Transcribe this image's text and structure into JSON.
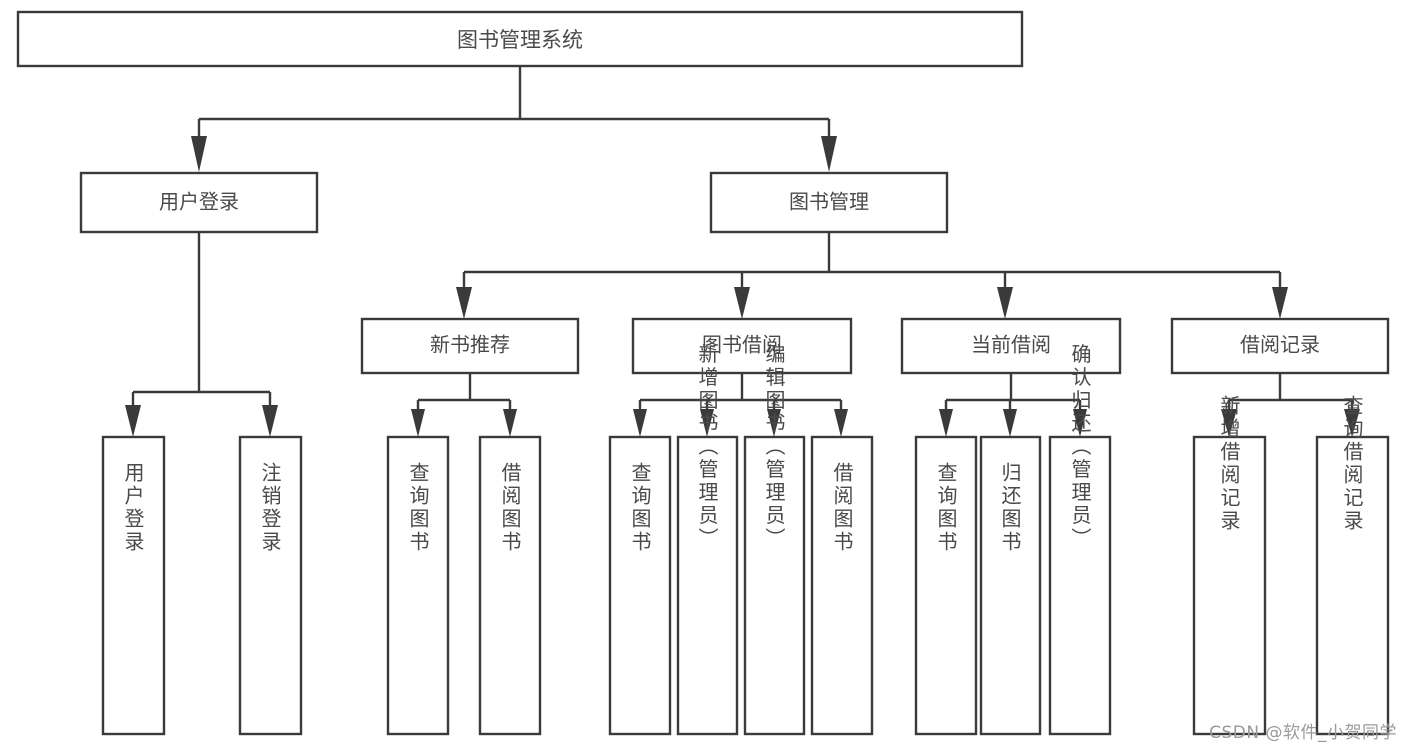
{
  "diagram": {
    "type": "hierarchy-tree",
    "title": "图书管理系统",
    "watermark": "CSDN @软件_小贺同学",
    "colors": {
      "box_stroke": "#3a3a3a",
      "box_fill": "#ffffff",
      "text": "#4a4a4a",
      "watermark": "#9a9a9a",
      "background": "#ffffff"
    },
    "levels": {
      "root": "图书管理系统",
      "level2": [
        "用户登录",
        "图书管理"
      ],
      "level3": [
        "新书推荐",
        "图书借阅",
        "当前借阅",
        "借阅记录"
      ]
    },
    "nodes": {
      "root": {
        "label": "图书管理系统",
        "orientation": "horizontal"
      },
      "user_login": {
        "label": "用户登录",
        "orientation": "horizontal"
      },
      "book_manage": {
        "label": "图书管理",
        "orientation": "horizontal"
      },
      "new_book_rec": {
        "label": "新书推荐",
        "orientation": "horizontal"
      },
      "book_borrow": {
        "label": "图书借阅",
        "orientation": "horizontal"
      },
      "current_borrow": {
        "label": "当前借阅",
        "orientation": "horizontal"
      },
      "borrow_record": {
        "label": "借阅记录",
        "orientation": "horizontal"
      },
      "leaf_user_login": {
        "label": "用户登录",
        "orientation": "vertical"
      },
      "leaf_logout": {
        "label": "注销登录",
        "orientation": "vertical"
      },
      "leaf_query_book_1": {
        "label": "查询图书",
        "orientation": "vertical"
      },
      "leaf_borrow_book_1": {
        "label": "借阅图书",
        "orientation": "vertical"
      },
      "leaf_query_book_2": {
        "label": "查询图书",
        "orientation": "vertical"
      },
      "leaf_add_book": {
        "label": "新增图书（管理员）",
        "orientation": "vertical"
      },
      "leaf_edit_book": {
        "label": "编辑图书（管理员）",
        "orientation": "vertical"
      },
      "leaf_borrow_book_2": {
        "label": "借阅图书",
        "orientation": "vertical"
      },
      "leaf_query_book_3": {
        "label": "查询图书",
        "orientation": "vertical"
      },
      "leaf_return_book": {
        "label": "归还图书",
        "orientation": "vertical"
      },
      "leaf_confirm_return": {
        "label": "确认归还（管理员）",
        "orientation": "vertical"
      },
      "leaf_add_record": {
        "label": "新增借阅记录",
        "orientation": "vertical"
      },
      "leaf_query_record": {
        "label": "查询借阅记录",
        "orientation": "vertical"
      }
    },
    "edges": [
      {
        "from": "root",
        "to": "user_login"
      },
      {
        "from": "root",
        "to": "book_manage"
      },
      {
        "from": "user_login",
        "to": "leaf_user_login"
      },
      {
        "from": "user_login",
        "to": "leaf_logout"
      },
      {
        "from": "book_manage",
        "to": "new_book_rec"
      },
      {
        "from": "book_manage",
        "to": "book_borrow"
      },
      {
        "from": "book_manage",
        "to": "current_borrow"
      },
      {
        "from": "book_manage",
        "to": "borrow_record"
      },
      {
        "from": "new_book_rec",
        "to": "leaf_query_book_1"
      },
      {
        "from": "new_book_rec",
        "to": "leaf_borrow_book_1"
      },
      {
        "from": "book_borrow",
        "to": "leaf_query_book_2"
      },
      {
        "from": "book_borrow",
        "to": "leaf_add_book"
      },
      {
        "from": "book_borrow",
        "to": "leaf_edit_book"
      },
      {
        "from": "book_borrow",
        "to": "leaf_borrow_book_2"
      },
      {
        "from": "current_borrow",
        "to": "leaf_query_book_3"
      },
      {
        "from": "current_borrow",
        "to": "leaf_return_book"
      },
      {
        "from": "current_borrow",
        "to": "leaf_confirm_return"
      },
      {
        "from": "borrow_record",
        "to": "leaf_add_record"
      },
      {
        "from": "borrow_record",
        "to": "leaf_query_record"
      }
    ]
  }
}
